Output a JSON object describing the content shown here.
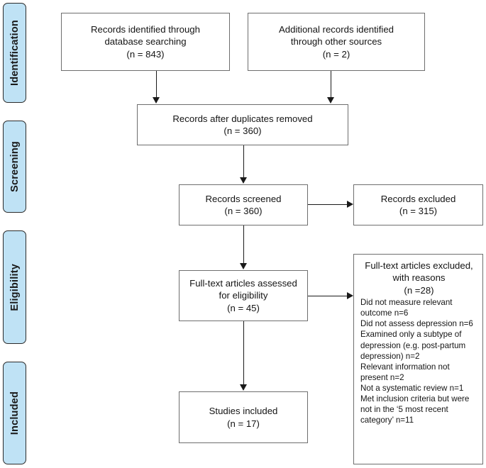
{
  "stages": [
    {
      "label": "Identification"
    },
    {
      "label": "Screening"
    },
    {
      "label": "Eligibility"
    },
    {
      "label": "Included"
    }
  ],
  "nodes": {
    "database": {
      "line1": "Records identified through",
      "line2": "database searching",
      "line3": "(n = 843)"
    },
    "other_sources": {
      "line1": "Additional records identified",
      "line2": "through other sources",
      "line3": "(n = 2)"
    },
    "duplicates": {
      "line1": "Records after duplicates removed",
      "line2": "(n = 360)"
    },
    "screened": {
      "line1": "Records screened",
      "line2": "(n = 360)"
    },
    "excluded": {
      "line1": "Records excluded",
      "line2": "(n = 315)"
    },
    "fulltext": {
      "line1": "Full-text articles assessed",
      "line2": "for eligibility",
      "line3": "(n = 45)"
    },
    "reasons": {
      "heading1": "Full-text articles excluded,",
      "heading2": "with reasons",
      "heading3": "(n =28)",
      "items": [
        "Did not measure relevant outcome n=6",
        "Did not assess depression n=6",
        "Examined only a subtype of depression (e.g. post-partum depression) n=2",
        "Relevant information not present n=2",
        "Not a systematic review n=1",
        "Met inclusion criteria but were not in the ‘5 most recent category’ n=11"
      ]
    },
    "included": {
      "line1": "Studies included",
      "line2": "(n = 17)"
    }
  },
  "colors": {
    "stage_fill": "#bfe2f5",
    "stage_border": "#2b2b2b",
    "node_border": "#6e6e6e",
    "connector": "#1a1a1a",
    "text": "#141414",
    "background": "#ffffff"
  }
}
